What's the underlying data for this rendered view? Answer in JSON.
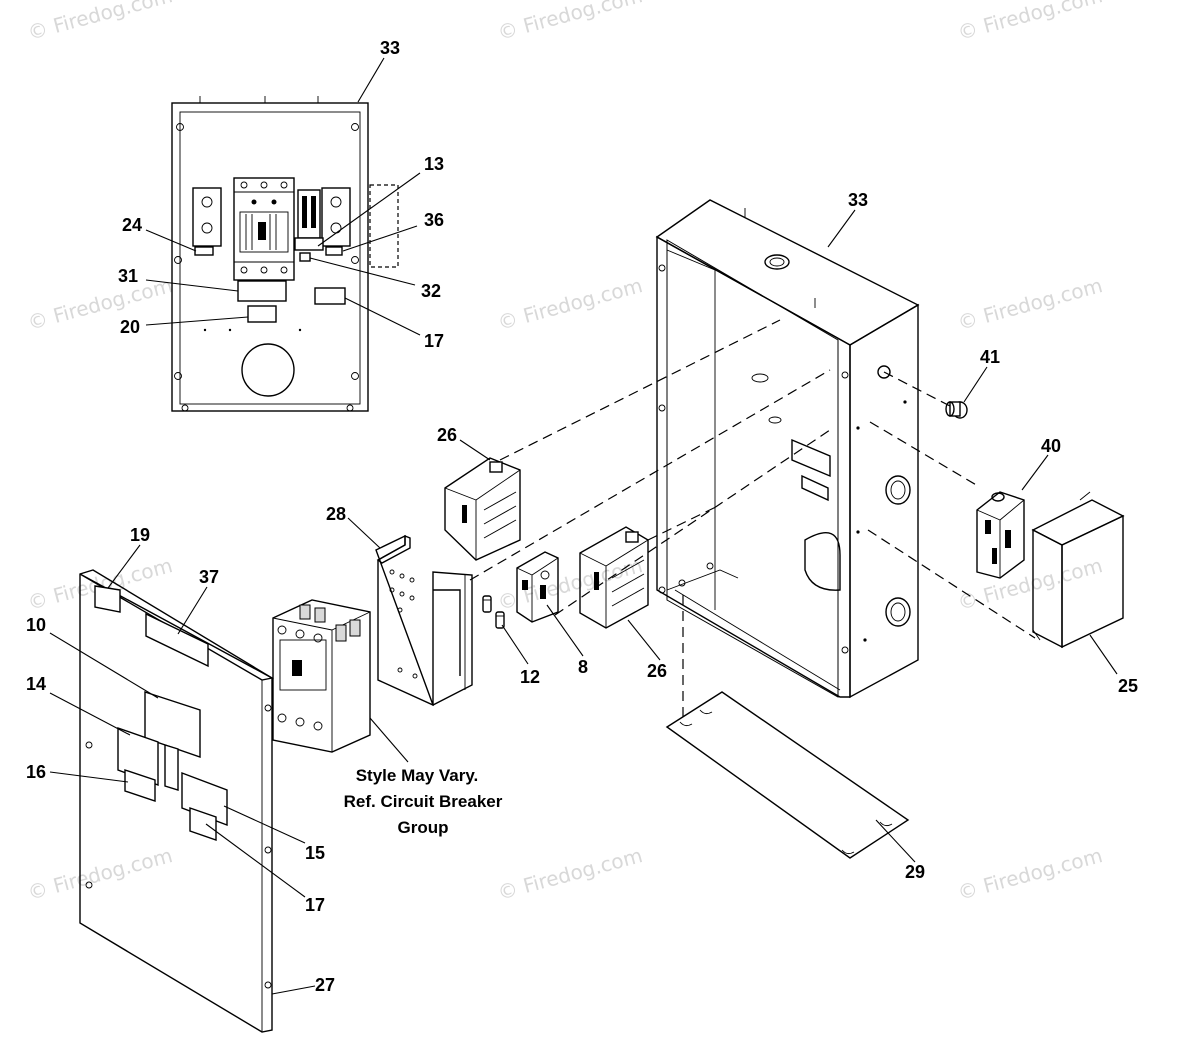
{
  "watermark": {
    "text": "© Firedog.com"
  },
  "callouts": {
    "c33_top": "33",
    "c13": "13",
    "c24": "24",
    "c36": "36",
    "c31": "31",
    "c32": "32",
    "c20": "20",
    "c17_top": "17",
    "c33_right": "33",
    "c41": "41",
    "c40": "40",
    "c26_upper": "26",
    "c28": "28",
    "c12": "12",
    "c8": "8",
    "c26_lower": "26",
    "c25": "25",
    "c29": "29",
    "c19": "19",
    "c37": "37",
    "c10": "10",
    "c14": "14",
    "c16": "16",
    "c15": "15",
    "c17_bottom": "17",
    "c27": "27"
  },
  "note": {
    "line1": "Style May Vary.",
    "line2": "Ref. Circuit Breaker",
    "line3": "Group"
  }
}
